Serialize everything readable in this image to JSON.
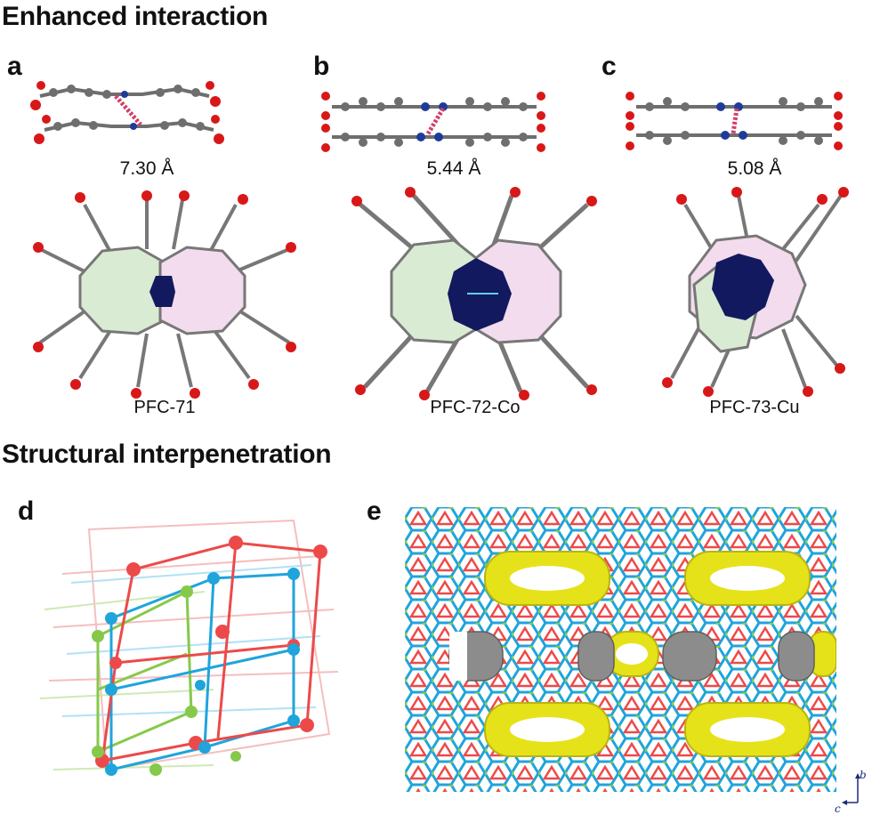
{
  "sections": {
    "top_title": "Enhanced interaction",
    "bottom_title": "Structural interpenetration"
  },
  "panels": {
    "a": {
      "label": "a",
      "distance": "7.30 Å",
      "name": "PFC-71"
    },
    "b": {
      "label": "b",
      "distance": "5.44 Å",
      "name": "PFC-72-Co"
    },
    "c": {
      "label": "c",
      "distance": "5.08 Å",
      "name": "PFC-73-Cu"
    },
    "d": {
      "label": "d"
    },
    "e": {
      "label": "e",
      "axis_b": "b",
      "axis_c": "c"
    }
  },
  "colors": {
    "carbon": "#6e6e6e",
    "oxygen": "#d81818",
    "nitrogen": "#1f3b9a",
    "bond_highlight": "#d0406a",
    "ring_green": "#d9ebd3",
    "ring_pink": "#f2dced",
    "overlap_navy": "#13195e",
    "net_red": "#ec4a4a",
    "net_blue": "#1fa4dc",
    "net_green": "#86c94a",
    "pore_yellow": "#e6e21a",
    "pore_gray": "#8c8c8c"
  }
}
